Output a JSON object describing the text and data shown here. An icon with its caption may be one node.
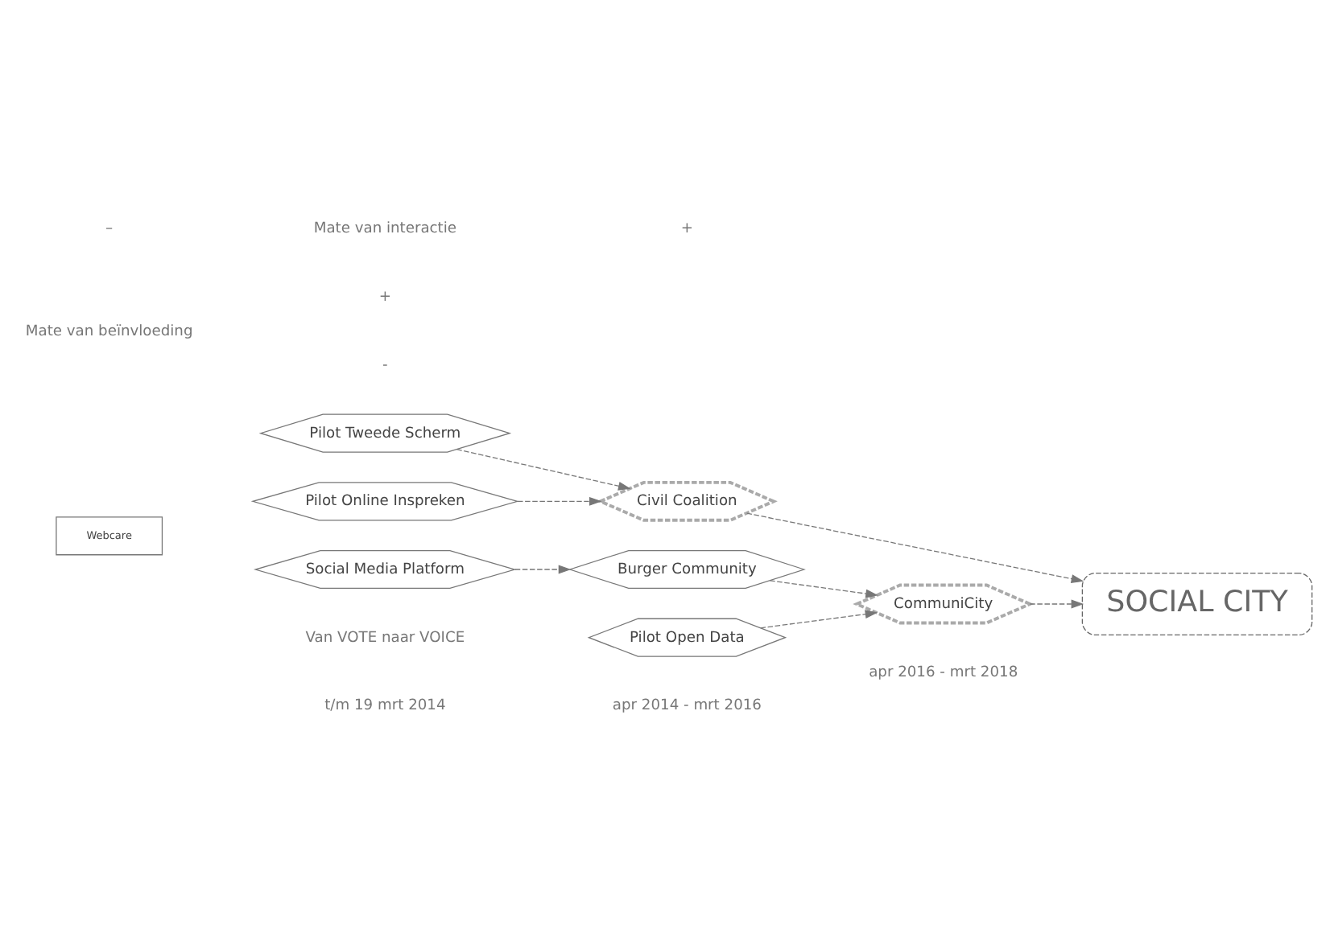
{
  "diagram": {
    "nodes": [
      {
        "text": [
          "SOCIAL CITY"
        ]
      },
      {
        "text": [
          "Pilot Tweede Scherm"
        ]
      },
      {
        "text": [
          "Civil Coalition"
        ]
      },
      {
        "text": [
          "CommuniCity"
        ]
      },
      {
        "text": [
          "Pilot Online Inspreken"
        ]
      },
      {
        "text": [
          "Pilot Open Data"
        ]
      },
      {
        "text": [
          "Burger Community"
        ]
      },
      {
        "text": [
          "Social Media Platform"
        ]
      },
      {
        "text": [
          "Webcare"
        ]
      }
    ],
    "edges": [
      {
        "from": 1,
        "to": 2,
        "arrow": "to",
        "style": "dashed"
      },
      {
        "from": 2,
        "to": 0,
        "arrow": "to",
        "style": "dashed"
      },
      {
        "from": 3,
        "to": 0,
        "arrow": "to",
        "style": "dashed"
      },
      {
        "from": 4,
        "to": 2,
        "arrow": "to",
        "style": "dashed"
      },
      {
        "from": 5,
        "to": 3,
        "arrow": "to",
        "style": "dashed"
      },
      {
        "from": 6,
        "to": 3,
        "arrow": "to",
        "style": "dashed"
      },
      {
        "from": 7,
        "to": 6,
        "arrow": "to",
        "style": "dashed"
      }
    ],
    "labels": [
      "t/m 19 mrt 2014",
      "apr 2014 - mrt 2016",
      "apr 2016 - mrt 2018",
      "+",
      "Mate van beïnvloeding",
      "-",
      "Van VOTE naar VOICE",
      "–",
      "Mate van interactie",
      "+"
    ]
  }
}
